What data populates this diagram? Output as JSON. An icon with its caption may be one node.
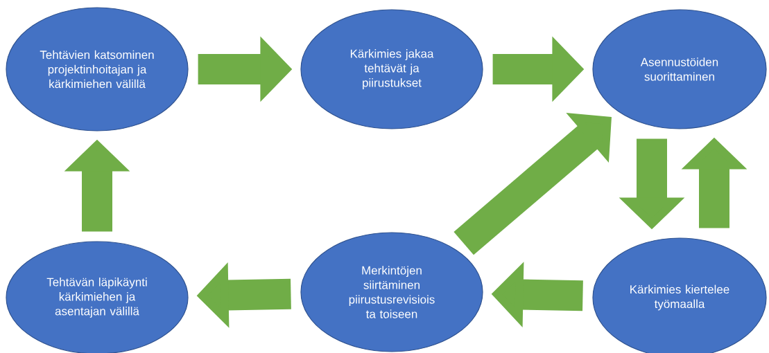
{
  "diagram": {
    "nodes": [
      {
        "text": [
          "Tehtävien katsominen projektinhoitajan ja kärkimiehen välillä"
        ]
      },
      {
        "text": [
          "Kärkimies jakaa tehtävät ja piirustukset"
        ]
      },
      {
        "text": [
          "Asennustöiden suorittaminen"
        ]
      },
      {
        "text": [
          "Tehtävän läpikäynti kärkimiehen ja asentajan välillä"
        ]
      },
      {
        "text": [
          "Merkintöjen siirtäminen piirustusrevisiois ta toiseen"
        ]
      },
      {
        "text": [
          "Kärkimies kiertelee työmaalla"
        ]
      }
    ],
    "edges": [
      {
        "from": 0,
        "to": 1,
        "arrow": "to"
      },
      {
        "from": 1,
        "to": 2,
        "arrow": "to"
      },
      {
        "from": 2,
        "to": 5,
        "arrow": "to"
      },
      {
        "from": 5,
        "to": 2,
        "arrow": "to"
      },
      {
        "from": 5,
        "to": 4,
        "arrow": "to"
      },
      {
        "from": 4,
        "to": 3,
        "arrow": "to"
      },
      {
        "from": 3,
        "to": 0,
        "arrow": "to"
      },
      {
        "from": 4,
        "to": 2,
        "arrow": "to"
      }
    ]
  }
}
